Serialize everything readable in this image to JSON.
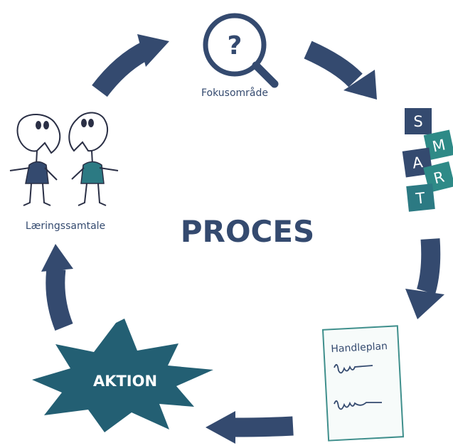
{
  "diagram": {
    "center_title": "PROCES",
    "nodes": {
      "focus": {
        "label": "Fokusområde",
        "symbol": "?"
      },
      "smart": {
        "letters": [
          "S",
          "M",
          "A",
          "R",
          "T"
        ]
      },
      "plan": {
        "label": "Handleplan"
      },
      "action": {
        "label": "AKTION"
      },
      "talk": {
        "label": "Læringssamtale"
      }
    }
  },
  "colors": {
    "navy": "#344a6f",
    "teal": "#2c7a83",
    "teal_light": "#2e8a87",
    "burst": "#235f73",
    "text": "#344a6f",
    "paper_border": "#3f8f8c"
  },
  "icons": [
    "magnifier-icon",
    "smart-letter-tiles",
    "plan-document-icon",
    "starburst-icon",
    "two-figures-icon",
    "cycle-arrow"
  ]
}
